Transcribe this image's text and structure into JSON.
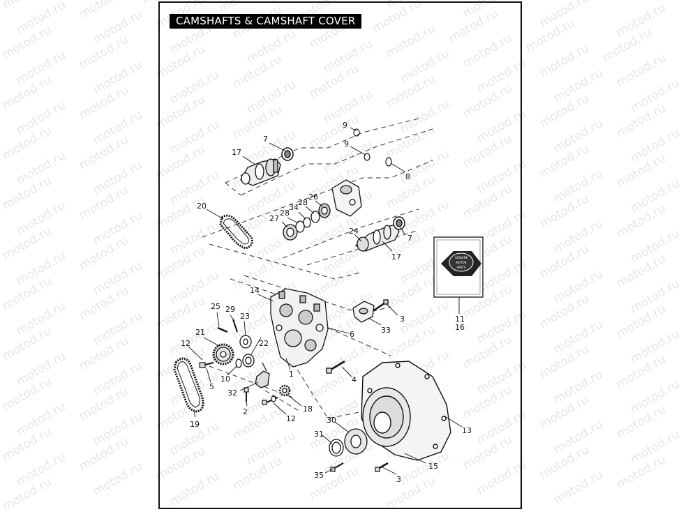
{
  "title": "CAMSHAFTS & CAMSHAFT COVER",
  "watermark_text": "motod.ru",
  "logo": {
    "text": "GENUINE MOTOR PARTS",
    "name": "genuine-motor-parts-logo"
  },
  "callouts": [
    {
      "id": "c-9a",
      "text": "9"
    },
    {
      "id": "c-9b",
      "text": "9"
    },
    {
      "id": "c-8",
      "text": "8"
    },
    {
      "id": "c-7a",
      "text": "7"
    },
    {
      "id": "c-17a",
      "text": "17"
    },
    {
      "id": "c-20",
      "text": "20"
    },
    {
      "id": "c-27",
      "text": "27"
    },
    {
      "id": "c-28a",
      "text": "28"
    },
    {
      "id": "c-34",
      "text": "34"
    },
    {
      "id": "c-28b",
      "text": "28"
    },
    {
      "id": "c-26",
      "text": "26"
    },
    {
      "id": "c-24",
      "text": "24"
    },
    {
      "id": "c-7b",
      "text": "7"
    },
    {
      "id": "c-17b",
      "text": "17"
    },
    {
      "id": "c-14",
      "text": "14"
    },
    {
      "id": "c-25",
      "text": "25"
    },
    {
      "id": "c-29",
      "text": "29"
    },
    {
      "id": "c-23",
      "text": "23"
    },
    {
      "id": "c-21",
      "text": "21"
    },
    {
      "id": "c-22",
      "text": "22"
    },
    {
      "id": "c-12a",
      "text": "12"
    },
    {
      "id": "c-5",
      "text": "5"
    },
    {
      "id": "c-10",
      "text": "10"
    },
    {
      "id": "c-1",
      "text": "1"
    },
    {
      "id": "c-32",
      "text": "32"
    },
    {
      "id": "c-2",
      "text": "2"
    },
    {
      "id": "c-18",
      "text": "18"
    },
    {
      "id": "c-12b",
      "text": "12"
    },
    {
      "id": "c-19",
      "text": "19"
    },
    {
      "id": "c-3a",
      "text": "3"
    },
    {
      "id": "c-33",
      "text": "33"
    },
    {
      "id": "c-6",
      "text": "6"
    },
    {
      "id": "c-4",
      "text": "4"
    },
    {
      "id": "c-11",
      "text": "11"
    },
    {
      "id": "c-16",
      "text": "16"
    },
    {
      "id": "c-13",
      "text": "13"
    },
    {
      "id": "c-30",
      "text": "30"
    },
    {
      "id": "c-31",
      "text": "31"
    },
    {
      "id": "c-15",
      "text": "15"
    },
    {
      "id": "c-35",
      "text": "35"
    },
    {
      "id": "c-3b",
      "text": "3"
    }
  ]
}
